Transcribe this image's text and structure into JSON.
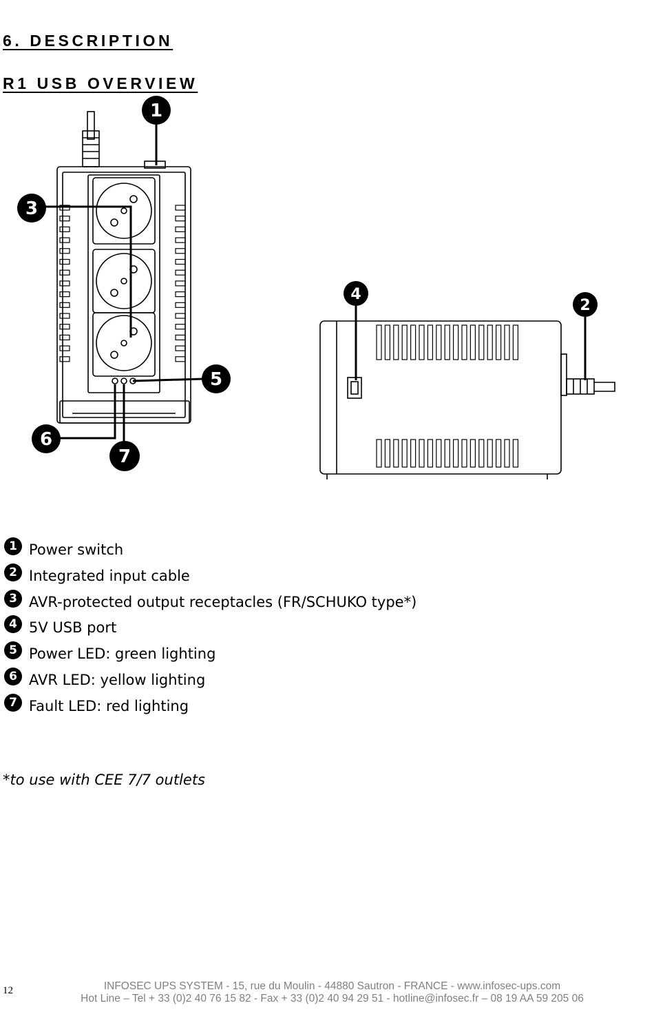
{
  "section_title": "6. DESCRIPTION",
  "subsection_title": "R1 USB OVERVIEW",
  "callouts": [
    "1",
    "2",
    "3",
    "4",
    "5",
    "6",
    "7"
  ],
  "legend": [
    {
      "num": "1",
      "text": "Power switch"
    },
    {
      "num": "2",
      "text": "Integrated input cable"
    },
    {
      "num": "3",
      "text": "AVR-protected output receptacles (FR/SCHUKO type*)"
    },
    {
      "num": "4",
      "text": "5V USB port"
    },
    {
      "num": "5",
      "text": "Power LED: green lighting"
    },
    {
      "num": "6",
      "text": "AVR LED: yellow lighting"
    },
    {
      "num": "7",
      "text": "Fault LED: red lighting"
    }
  ],
  "note": "*to use with CEE 7/7 outlets",
  "page_number": "12",
  "footer": {
    "line1": "INFOSEC UPS SYSTEM - 15, rue du Moulin - 44880 Sautron - FRANCE -  www.infosec-ups.com",
    "line2": "Hot Line – Tel + 33 (0)2 40 76 15 82 - Fax + 33 (0)2 40 94 29 51 - hotline@infosec.fr – 08 19 AA 59 205 06"
  }
}
